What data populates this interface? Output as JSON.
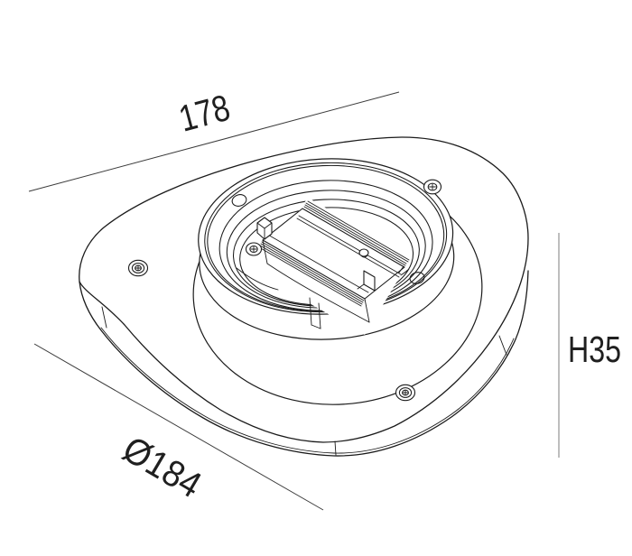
{
  "drawing": {
    "type": "technical-dimension-drawing",
    "subject": "round mounting base with central ring collar and spring bracket",
    "background_color": "#ffffff",
    "line_color": "#1b1b1b",
    "dimension_line_color": "#3c3c3c",
    "height_line_color": "#a9a9a9",
    "text_color": "#1f1f1f"
  },
  "dimensions": {
    "width": {
      "label": "178"
    },
    "diameter": {
      "label": "Ø184"
    },
    "height": {
      "label": "H35"
    }
  }
}
